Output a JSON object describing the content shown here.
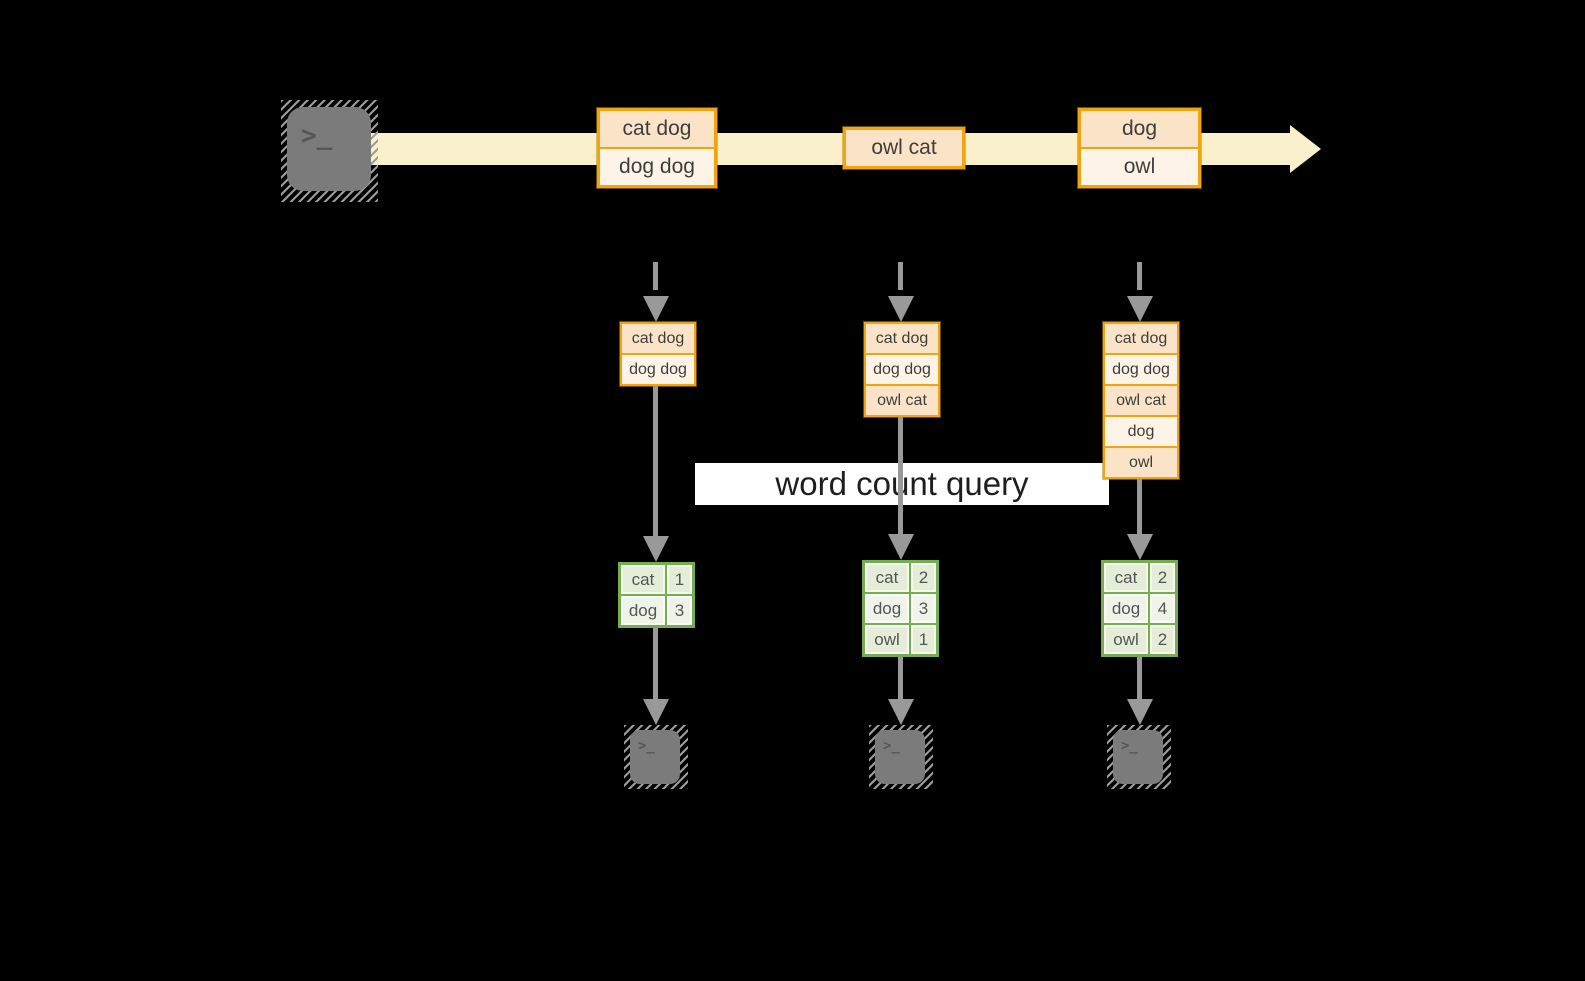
{
  "diagram": {
    "banner": {
      "label": "word count query"
    },
    "stream": {
      "boxes": [
        {
          "cells": [
            "cat dog",
            "dog dog"
          ]
        },
        {
          "cells": [
            "owl cat"
          ]
        },
        {
          "cells": [
            "dog",
            "owl"
          ]
        }
      ]
    },
    "workers": [
      {
        "buffer": [
          "cat dog",
          "dog dog"
        ],
        "counts": [
          {
            "word": "cat",
            "count": "1"
          },
          {
            "word": "dog",
            "count": "3"
          }
        ]
      },
      {
        "buffer": [
          "cat dog",
          "dog dog",
          "owl cat"
        ],
        "counts": [
          {
            "word": "cat",
            "count": "2"
          },
          {
            "word": "dog",
            "count": "3"
          },
          {
            "word": "owl",
            "count": "1"
          }
        ]
      },
      {
        "buffer": [
          "cat dog",
          "dog dog",
          "owl cat",
          "dog",
          "owl"
        ],
        "counts": [
          {
            "word": "cat",
            "count": "2"
          },
          {
            "word": "dog",
            "count": "4"
          },
          {
            "word": "owl",
            "count": "2"
          }
        ]
      }
    ],
    "icons": {
      "terminal_glyph": ">_"
    },
    "colors": {
      "background": "#000000",
      "accent_orange": "#F0A410",
      "fill_peach": "#FAE3C6",
      "fill_cream": "#FDF3E6",
      "band_yellow": "#FAF1CC",
      "green_border": "#77AD51",
      "green_fill_dark": "#E3EDD8",
      "green_fill_light": "#EEF4E8",
      "arrow_gray": "#999999",
      "banner_bg": "#FFFFFF",
      "text_dark": "#3E3E3E"
    }
  }
}
